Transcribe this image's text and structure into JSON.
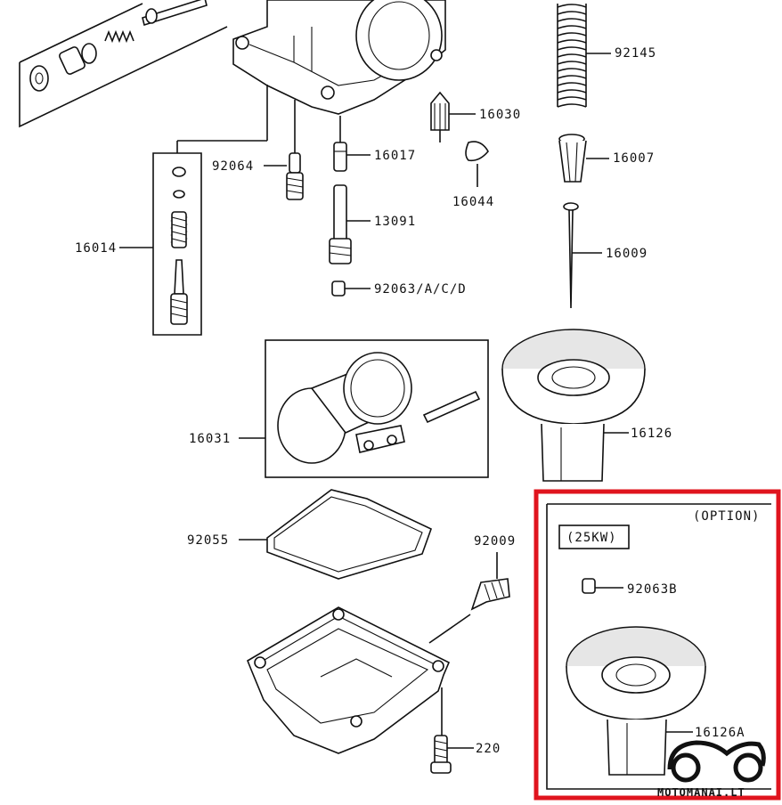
{
  "callouts": [
    {
      "id": "92145",
      "text": "92145"
    },
    {
      "id": "16030",
      "text": "16030"
    },
    {
      "id": "16017",
      "text": "16017"
    },
    {
      "id": "16007",
      "text": "16007"
    },
    {
      "id": "92064",
      "text": "92064"
    },
    {
      "id": "16044",
      "text": "16044"
    },
    {
      "id": "16014",
      "text": "16014"
    },
    {
      "id": "13091",
      "text": "13091"
    },
    {
      "id": "16009",
      "text": "16009"
    },
    {
      "id": "92063acd",
      "text": "92063/A/C/D"
    },
    {
      "id": "16126",
      "text": "16126"
    },
    {
      "id": "16031",
      "text": "16031"
    },
    {
      "id": "92055",
      "text": "92055"
    },
    {
      "id": "92009",
      "text": "92009"
    },
    {
      "id": "92063b",
      "text": "92063B"
    },
    {
      "id": "16126a",
      "text": "16126A"
    },
    {
      "id": "220",
      "text": "220"
    }
  ],
  "option_box": {
    "label": "(OPTION)",
    "tag": "(25KW)",
    "highlight_color": "#e0141e"
  },
  "watermark": {
    "text": "MOTOMANAI.LT"
  }
}
